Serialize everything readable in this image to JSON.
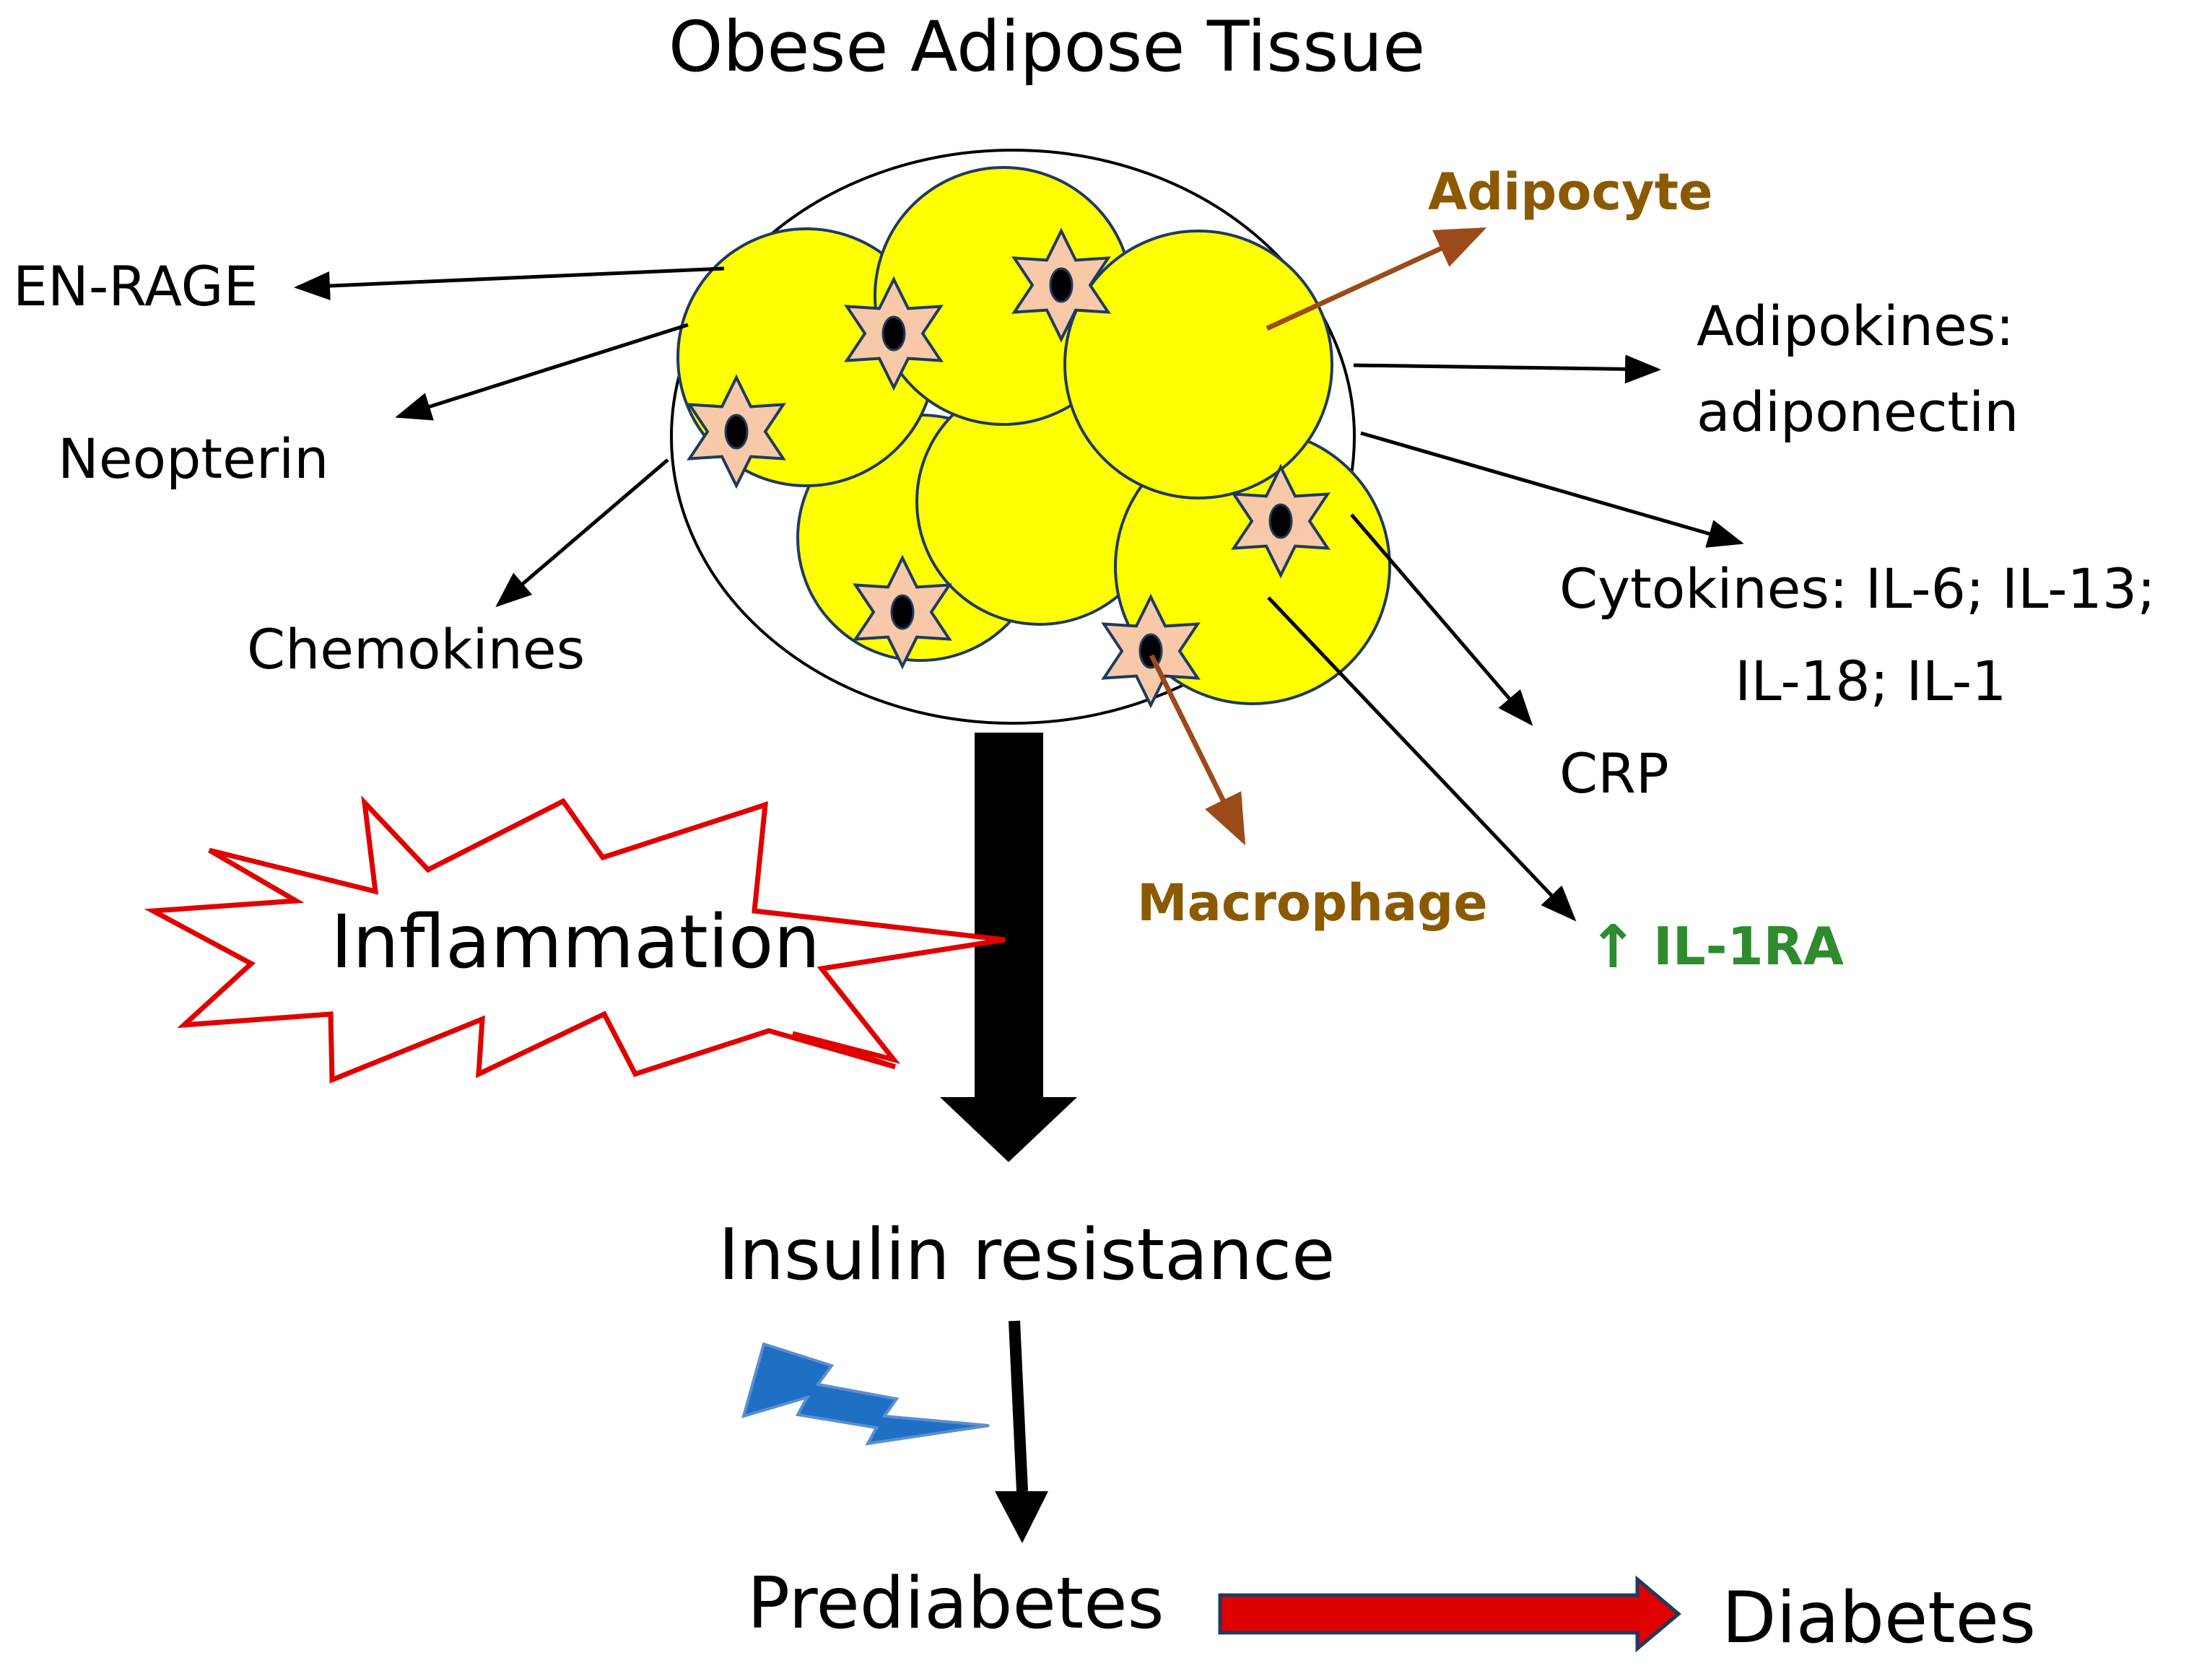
{
  "title": "Obese Adipose Tissue",
  "labels": {
    "en_rage": "EN-RAGE",
    "neopterin": "Neopterin",
    "chemokines": "Chemokines",
    "adipocyte": "Adipocyte",
    "adipokines_line1": "Adipokines:",
    "adipokines_line2": "adiponectin",
    "cytokines_line1": "Cytokines: IL-6; IL-13;",
    "cytokines_line2": "IL-18; IL-1",
    "crp": "CRP",
    "macrophage": "Macrophage",
    "il1ra": "IL-1RA",
    "il1ra_arrow": "↑",
    "inflammation": "Inflammation",
    "insulin_resistance": "Insulin resistance",
    "prediabetes": "Prediabetes",
    "diabetes": "Diabetes"
  },
  "colors": {
    "adipocyte_fill": "#FFFF00",
    "cell_outline": "#1F3A5F",
    "macrophage_fill": "#F8C9A8",
    "brown_label": "#8B5A00",
    "brown_arrow": "#9C4A1A",
    "green_label": "#2E8B2E",
    "inflammation_outline": "#E00000",
    "red_arrow": "#E00000",
    "lightning": "#1F6FC5"
  }
}
